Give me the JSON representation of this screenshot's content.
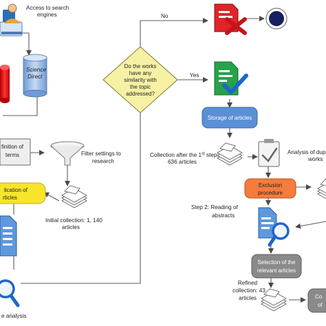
{
  "labels": {
    "access_line1": "Access to search",
    "access_line2": "engines",
    "science_direct_line1": "Science",
    "science_direct_line2": "Direct",
    "definition_line1": "finition of",
    "definition_line2": "terms",
    "filter_line1": "Filter settings to",
    "filter_line2": "research",
    "application_line1": "lication of",
    "application_line2": "rticles",
    "initial_collection_line1": "Initial collection: 1, 140",
    "initial_collection_line2": "articles",
    "analysis_bottom_left": "e analysis",
    "decision_line1": "Do the works",
    "decision_line2": "have any",
    "decision_line3": "similarity with",
    "decision_line4": "the topic",
    "decision_line5": "addressed?",
    "no": "No",
    "yes": "Yes",
    "storage": "Storage of articles",
    "collection_first_prefix": "Collection after the 1",
    "collection_first_sup": "st",
    "collection_first_suffix": " step:",
    "collection_first_line2": "636 articles",
    "analysis_dup_line1": "Analysis of dup",
    "analysis_dup_line2": "works",
    "exclusion_line1": "Exclusion",
    "exclusion_line2": "procedure",
    "step2_line1": "Step 2: Reading of",
    "step2_line2": "abstracts",
    "selection_line1": "Selection of the",
    "selection_line2": "relevant articles",
    "refined_line1": "Refined",
    "refined_line2": "collection: 43",
    "refined_line3": "articles",
    "conclusion_line1": "Co",
    "conclusion_line2": "of"
  },
  "colors": {
    "blue_node": "#5b8fd6",
    "orange_node": "#f47c3c",
    "yellow_node": "#f6e52a",
    "gray_node": "#8a8a8a",
    "red_icon": "#e0242a",
    "green_icon": "#27a24a",
    "check_blue": "#1f66c8",
    "end_circle": "#15205e"
  },
  "icons": [
    "user-at-computer-icon",
    "database-icon",
    "funnel-icon",
    "document-stack-icon",
    "document-icon",
    "magnifier-icon",
    "rejected-document-icon",
    "approved-document-icon",
    "clipboard-check-icon"
  ]
}
